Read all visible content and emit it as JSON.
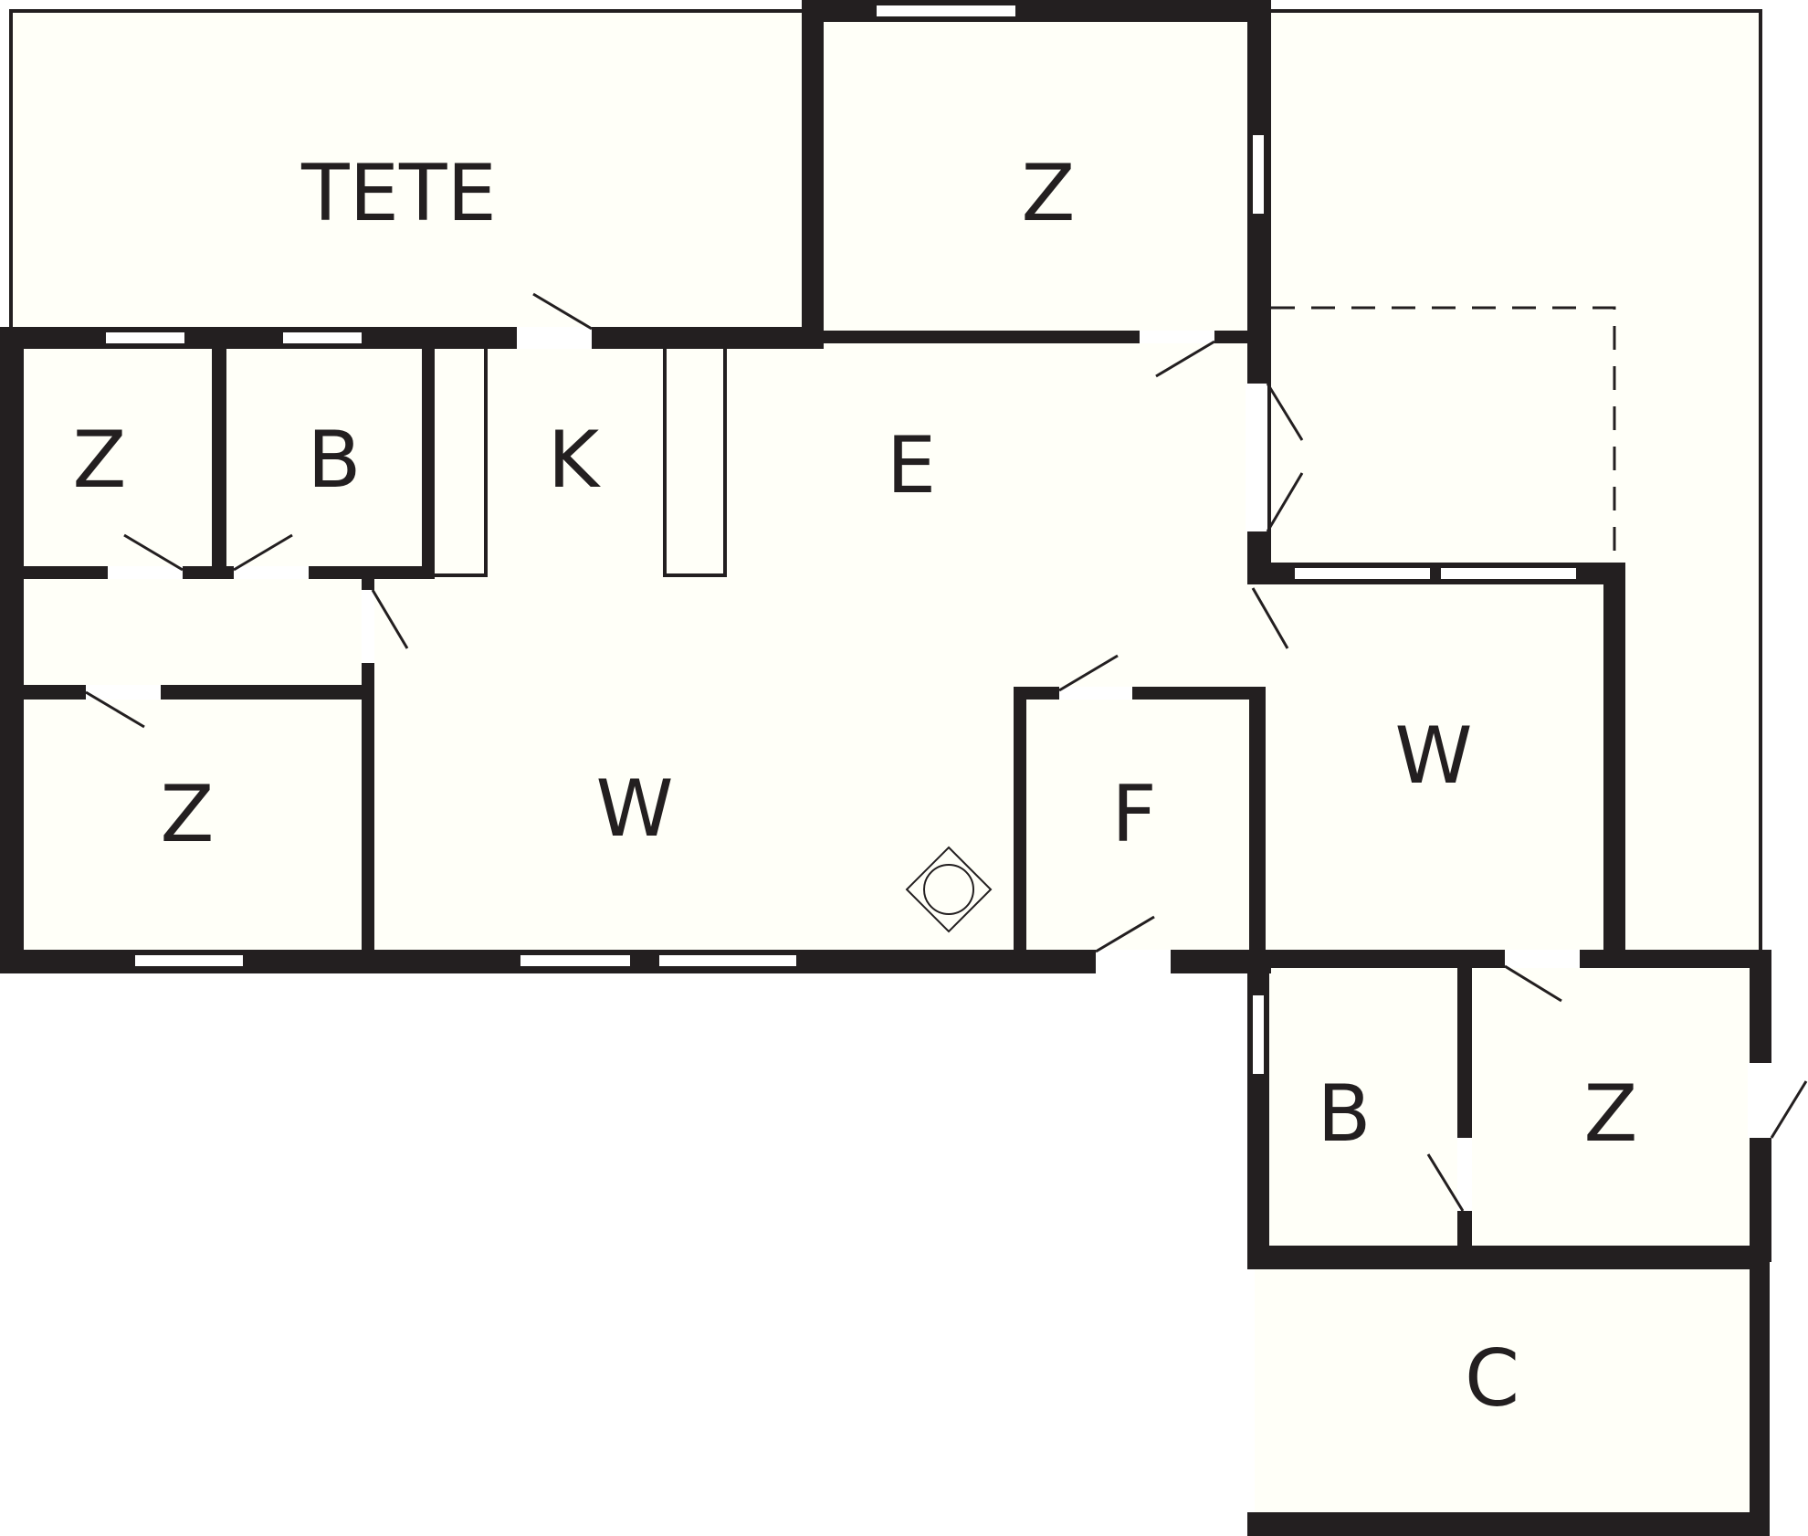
{
  "floorplan": {
    "colors": {
      "wall": "#231f20",
      "floor": "#fffff8",
      "opening": "#ffffff"
    },
    "rooms": [
      {
        "id": "terrace",
        "label": "TETE"
      },
      {
        "id": "bedroom-top",
        "label": "Z"
      },
      {
        "id": "bedroom-left-top",
        "label": "Z"
      },
      {
        "id": "bathroom-left",
        "label": "B"
      },
      {
        "id": "kitchen",
        "label": "K"
      },
      {
        "id": "hall",
        "label": "E"
      },
      {
        "id": "living-main",
        "label": "W"
      },
      {
        "id": "bedroom-left-bottom",
        "label": "Z"
      },
      {
        "id": "utility",
        "label": "F"
      },
      {
        "id": "living-right",
        "label": "W"
      },
      {
        "id": "bathroom-right",
        "label": "B"
      },
      {
        "id": "bedroom-right",
        "label": "Z"
      },
      {
        "id": "carport",
        "label": "C"
      }
    ],
    "symbols": [
      {
        "name": "stove-icon",
        "description": "wood stove"
      }
    ]
  }
}
